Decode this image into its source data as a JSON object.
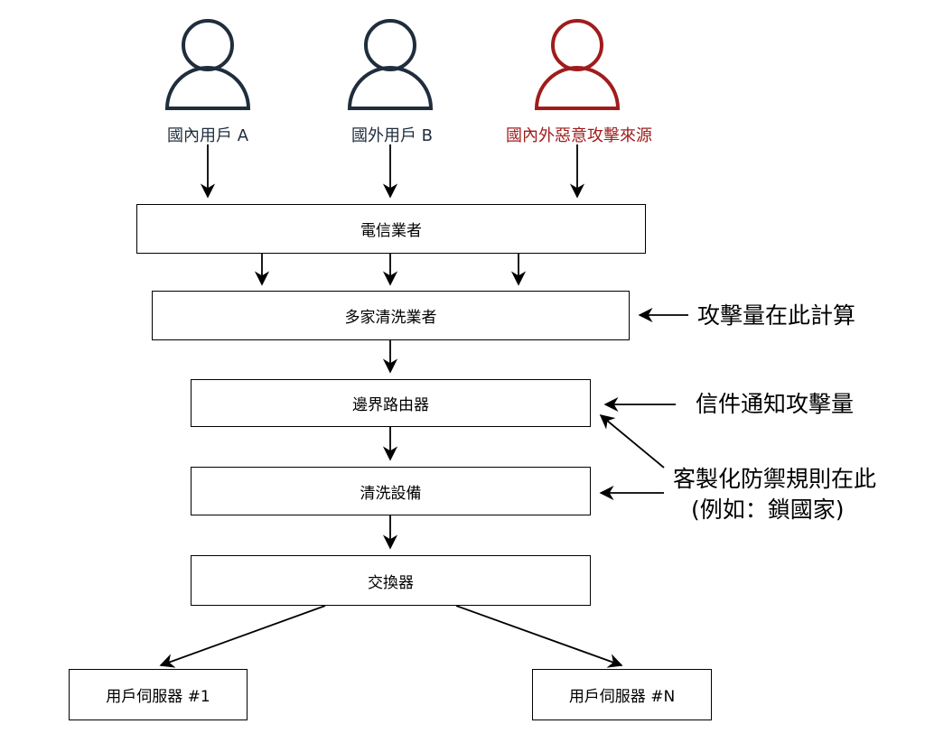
{
  "users": [
    {
      "label": "國內用戶 A",
      "color": "#1f2d3d"
    },
    {
      "label": "國外用戶 B",
      "color": "#1f2d3d"
    },
    {
      "label": "國內外惡意攻擊來源",
      "color": "#a01c1c"
    }
  ],
  "boxes": {
    "telecom": "電信業者",
    "scrubbing_vendors": "多家清洗業者",
    "edge_router": "邊界路由器",
    "scrubbing_device": "清洗設備",
    "switch": "交換器",
    "server_1": "用戶伺服器 #1",
    "server_n": "用戶伺服器 #N"
  },
  "notes": {
    "attack_calc": "攻擊量在此計算",
    "email_notice": "信件通知攻擊量",
    "custom_rules_line1": "客製化防禦規則在此",
    "custom_rules_line2": "(例如：鎖國家)"
  }
}
